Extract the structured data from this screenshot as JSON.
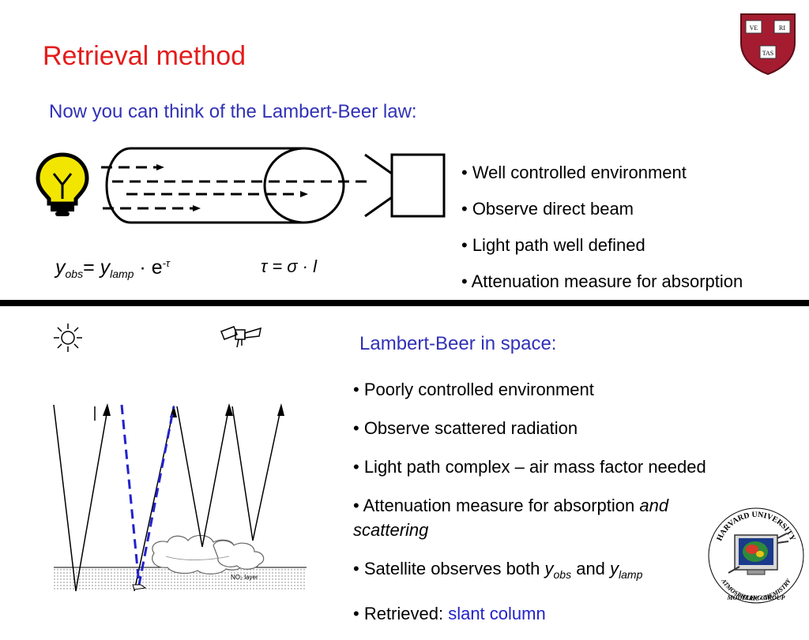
{
  "slide": {
    "title": "Retrieval method",
    "subtitle": "Now you can think of the Lambert-Beer law:",
    "lab_bullets": [
      "• Well controlled environment",
      "• Observe direct beam",
      "• Light path well defined",
      "• Attenuation measure for absorption"
    ],
    "formula_lab": {
      "y": "y",
      "obs": "obs",
      "eq": "= ",
      "lamp": "lamp",
      "dot_e": " · e",
      "exp": "-τ"
    },
    "formula_tau": "τ = σ · l",
    "space_title": "Lambert-Beer in space:",
    "space_bullets": {
      "b1": "• Poorly controlled environment",
      "b2": "• Observe scattered radiation",
      "b3": "• Light path complex – air mass factor needed",
      "b4_plain": "• Attenuation measure for absorption ",
      "b4_italic": "and scattering",
      "b5_plain": "• Satellite observes both  ",
      "b5_y1": "y",
      "b5_obs": "obs",
      "b5_and": " and ",
      "b5_y2": "y",
      "b5_lamp": "lamp",
      "b6_plain": "• Retrieved: ",
      "b6_blue": "slant column"
    },
    "no2_layer_label": "NO₂ layer",
    "harvard_shield_letters": [
      "VE",
      "RI",
      "TAS"
    ],
    "acmg_logo_text": [
      "HARVARD UNIVERSITY",
      "ATMOSPHERIC CHEMISTRY",
      "MODELING GROUP"
    ]
  },
  "colors": {
    "title_red": "#e41c1c",
    "heading_blue": "#3131b8",
    "link_blue": "#2222cc",
    "bulb_yellow": "#f2e600",
    "shield_crimson": "#a51c30"
  },
  "icons": [
    "lightbulb-icon",
    "sun-icon",
    "satellite-icon",
    "harvard-shield-logo",
    "acmg-logo"
  ]
}
